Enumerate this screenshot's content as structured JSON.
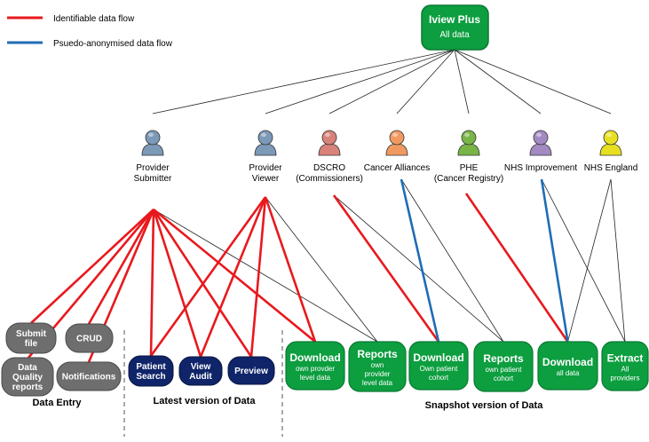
{
  "legend": {
    "identifiable": {
      "label": "Identifiable data flow",
      "color": "#e8191d"
    },
    "pseudo": {
      "label": "Psuedo-anonymised data flow",
      "color": "#1f6cb5"
    }
  },
  "colors": {
    "thin_line": "#222222",
    "green_box": "#0c9e3f",
    "green_border": "#0b7a33",
    "navy_box": "#102469",
    "grey_box": "#6e6e6e",
    "divider": "#555555"
  },
  "top_node": {
    "title": "Iview Plus",
    "subtitle": "All data"
  },
  "users": [
    {
      "id": "provider_submitter",
      "lines": [
        "Provider",
        "Submitter"
      ],
      "color": "#7c99b8",
      "icon": "person-icon"
    },
    {
      "id": "provider_viewer",
      "lines": [
        "Provider",
        "Viewer"
      ],
      "color": "#7c99b8",
      "icon": "person-icon"
    },
    {
      "id": "dscro",
      "lines": [
        "DSCRO",
        "(Commissioners)"
      ],
      "color": "#d9827a",
      "icon": "person-icon"
    },
    {
      "id": "cancer_alliances",
      "lines": [
        "Cancer Alliances"
      ],
      "color": "#f09a61",
      "icon": "person-icon"
    },
    {
      "id": "phe",
      "lines": [
        "PHE",
        "(Cancer Registry)"
      ],
      "color": "#79b546",
      "icon": "person-icon"
    },
    {
      "id": "nhs_improvement",
      "lines": [
        "NHS Improvement"
      ],
      "color": "#a38ac2",
      "icon": "person-icon"
    },
    {
      "id": "nhs_england",
      "lines": [
        "NHS England"
      ],
      "color": "#e6e021",
      "icon": "person-icon"
    }
  ],
  "data_entry_boxes": [
    {
      "id": "submit_file",
      "lines": [
        "Submit",
        "file"
      ]
    },
    {
      "id": "crud",
      "lines": [
        "CRUD"
      ]
    },
    {
      "id": "dq_reports",
      "lines": [
        "Data",
        "Quality",
        "reports"
      ]
    },
    {
      "id": "notifications",
      "lines": [
        "Notifications"
      ]
    }
  ],
  "latest_boxes": [
    {
      "id": "patient_search",
      "lines": [
        "Patient",
        "Search"
      ]
    },
    {
      "id": "view_audit",
      "lines": [
        "View",
        "Audit"
      ]
    },
    {
      "id": "preview",
      "lines": [
        "Preview"
      ]
    }
  ],
  "snapshot_boxes": [
    {
      "id": "download_provider",
      "title": "Download",
      "sub": [
        "own provder",
        "level data"
      ]
    },
    {
      "id": "reports_provider",
      "title": "Reports",
      "sub": [
        "own",
        "provider",
        "level data"
      ]
    },
    {
      "id": "download_cohort",
      "title": "Download",
      "sub": [
        "Own patient",
        "cohort"
      ]
    },
    {
      "id": "reports_cohort",
      "title": "Reports",
      "sub": [
        "own patient",
        "cohort"
      ]
    },
    {
      "id": "download_all",
      "title": "Download",
      "sub": [
        "all data"
      ]
    },
    {
      "id": "extract_all",
      "title": "Extract",
      "sub": [
        "All",
        "providers"
      ]
    }
  ],
  "section_labels": {
    "data_entry": "Data Entry",
    "latest": "Latest version of Data",
    "snapshot": "Snapshot version of Data"
  }
}
